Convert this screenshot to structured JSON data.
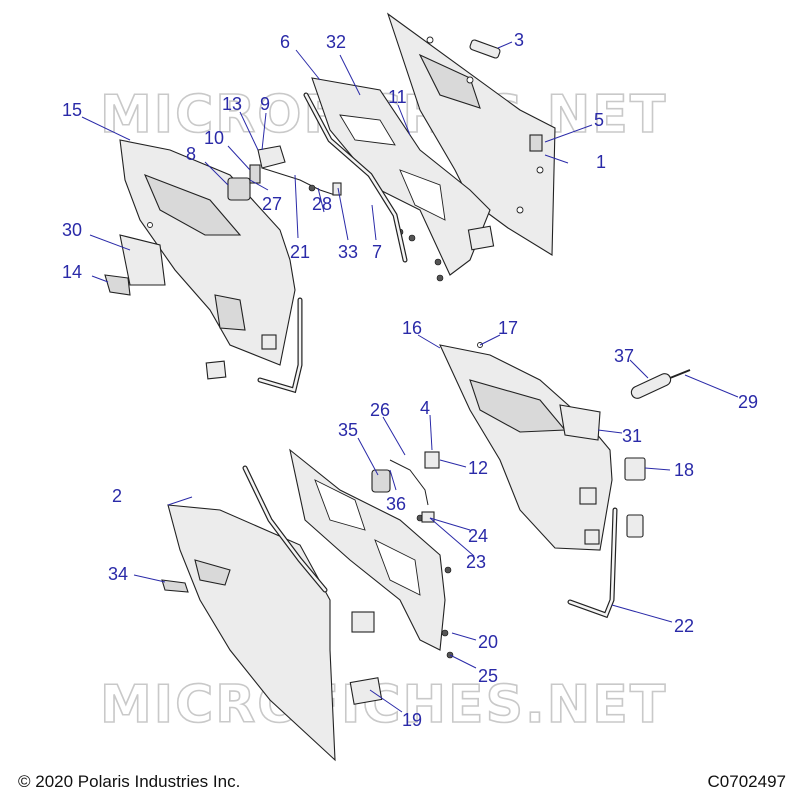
{
  "watermark": "MICROFICHES.NET",
  "footer": {
    "copyright": "© 2020 Polaris Industries Inc.",
    "drawing_code": "C0702497"
  },
  "callouts": [
    "1",
    "2",
    "3",
    "4",
    "5",
    "6",
    "7",
    "8",
    "9",
    "10",
    "11",
    "12",
    "13",
    "14",
    "15",
    "16",
    "17",
    "18",
    "19",
    "20",
    "21",
    "22",
    "23",
    "24",
    "25",
    "26",
    "27",
    "28",
    "29",
    "30",
    "31",
    "32",
    "33",
    "34",
    "35",
    "36",
    "37"
  ],
  "colors": {
    "callout": "#2a2aa8",
    "line": "#222222",
    "watermark": "#c9c9c9"
  }
}
